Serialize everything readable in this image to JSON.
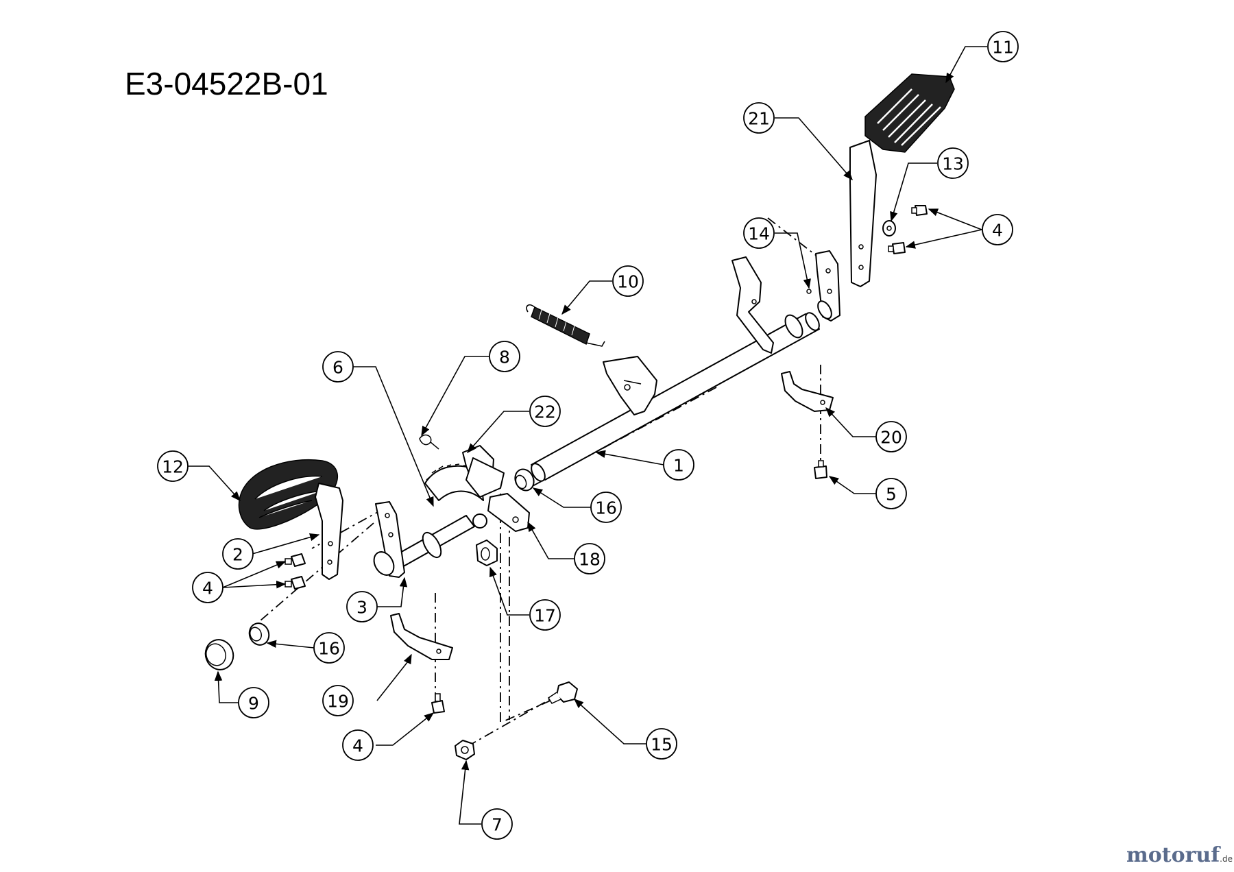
{
  "diagram": {
    "title": "E3-04522B-01",
    "callouts": [
      {
        "id": "c11",
        "label": "11"
      },
      {
        "id": "c21",
        "label": "21"
      },
      {
        "id": "c13",
        "label": "13"
      },
      {
        "id": "c4a",
        "label": "4"
      },
      {
        "id": "c14",
        "label": "14"
      },
      {
        "id": "c10",
        "label": "10"
      },
      {
        "id": "c6",
        "label": "6"
      },
      {
        "id": "c8",
        "label": "8"
      },
      {
        "id": "c22",
        "label": "22"
      },
      {
        "id": "c20",
        "label": "20"
      },
      {
        "id": "c1",
        "label": "1"
      },
      {
        "id": "c5",
        "label": "5"
      },
      {
        "id": "c12",
        "label": "12"
      },
      {
        "id": "c16a",
        "label": "16"
      },
      {
        "id": "c18",
        "label": "18"
      },
      {
        "id": "c2",
        "label": "2"
      },
      {
        "id": "c4b",
        "label": "4"
      },
      {
        "id": "c3",
        "label": "3"
      },
      {
        "id": "c17",
        "label": "17"
      },
      {
        "id": "c16b",
        "label": "16"
      },
      {
        "id": "c9",
        "label": "9"
      },
      {
        "id": "c19",
        "label": "19"
      },
      {
        "id": "c4c",
        "label": "4"
      },
      {
        "id": "c15",
        "label": "15"
      },
      {
        "id": "c7",
        "label": "7"
      }
    ]
  },
  "watermark": {
    "brand": "motoruf",
    "suffix": ".de",
    "colors": {
      "moto": "#5a6b8c",
      "ruf": "#8a9a2a",
      "text": "#444444"
    }
  }
}
